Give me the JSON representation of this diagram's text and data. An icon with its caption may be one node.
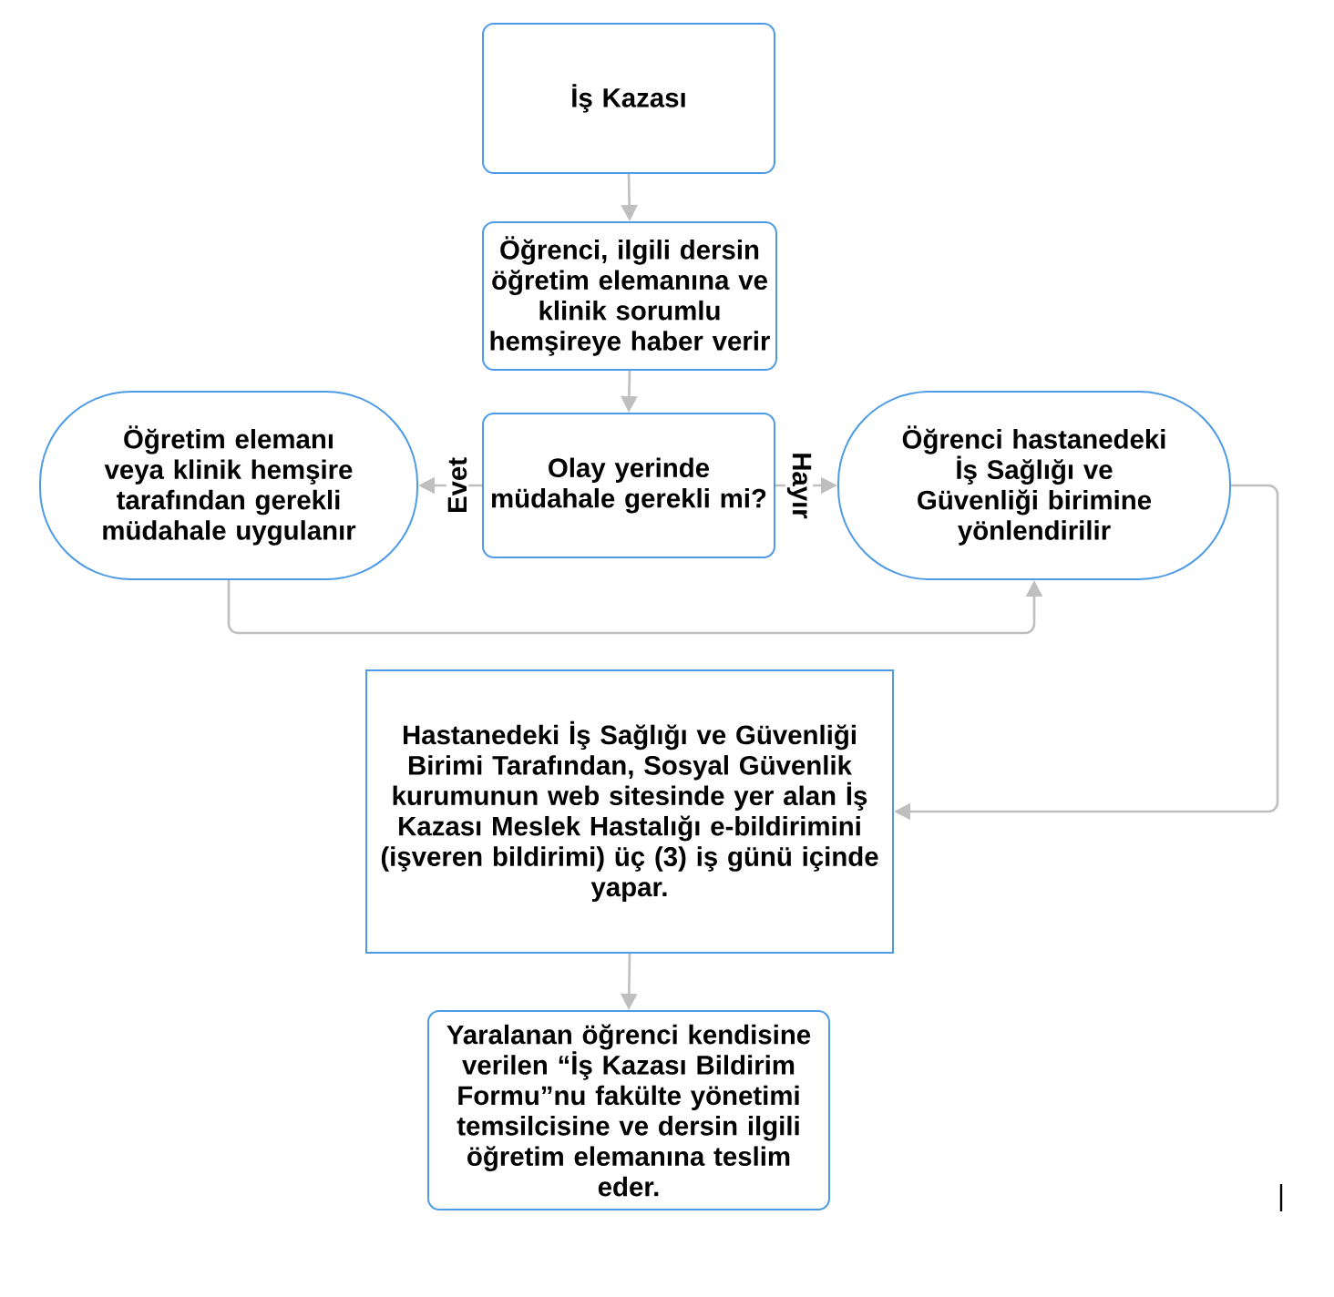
{
  "diagram": {
    "nodes": [
      {
        "text": [
          "İş Kazası"
        ]
      },
      {
        "text": [
          "Öğrenci, ilgili dersin öğretim elemanına ve klinik sorumlu hemşireye haber verir"
        ]
      },
      {
        "text": [
          "Olay yerinde müdahale gerekli mi?"
        ]
      },
      {
        "text": [
          "Öğretim elemanı veya klinik hemşire tarafından gerekli müdahale uygulanır"
        ]
      },
      {
        "text": [
          "Öğrenci hastanedeki İş Sağlığı ve Güvenliği birimine yönlendirilir"
        ]
      },
      {
        "text": [
          "Hastanedeki İş Sağlığı ve Güvenliği Birimi Tarafından, Sosyal Güvenlik kurumunun web sitesinde yer alan İş Kazası Meslek Hastalığı e-bildirimini (işveren bildirimi) üç (3) iş günü içinde yapar."
        ]
      },
      {
        "text": [
          "Yaralanan öğrenci kendisine verilen “İş Kazası Bildirim Formu”nu fakülte yönetimi temsilcisine ve dersin ilgili öğretim elemanına teslim eder."
        ]
      }
    ],
    "edges": [
      {
        "from": 0,
        "to": 1,
        "arrow": "to"
      },
      {
        "from": 1,
        "to": 2,
        "arrow": "to"
      },
      {
        "from": 2,
        "to": 3,
        "arrow": "to",
        "label": "Evet"
      },
      {
        "from": 2,
        "to": 4,
        "arrow": "to",
        "label": "Hayır"
      },
      {
        "from": 3,
        "to": 4,
        "arrow": "to"
      },
      {
        "from": 4,
        "to": 5,
        "arrow": "to"
      },
      {
        "from": 5,
        "to": 6,
        "arrow": "to"
      }
    ]
  }
}
